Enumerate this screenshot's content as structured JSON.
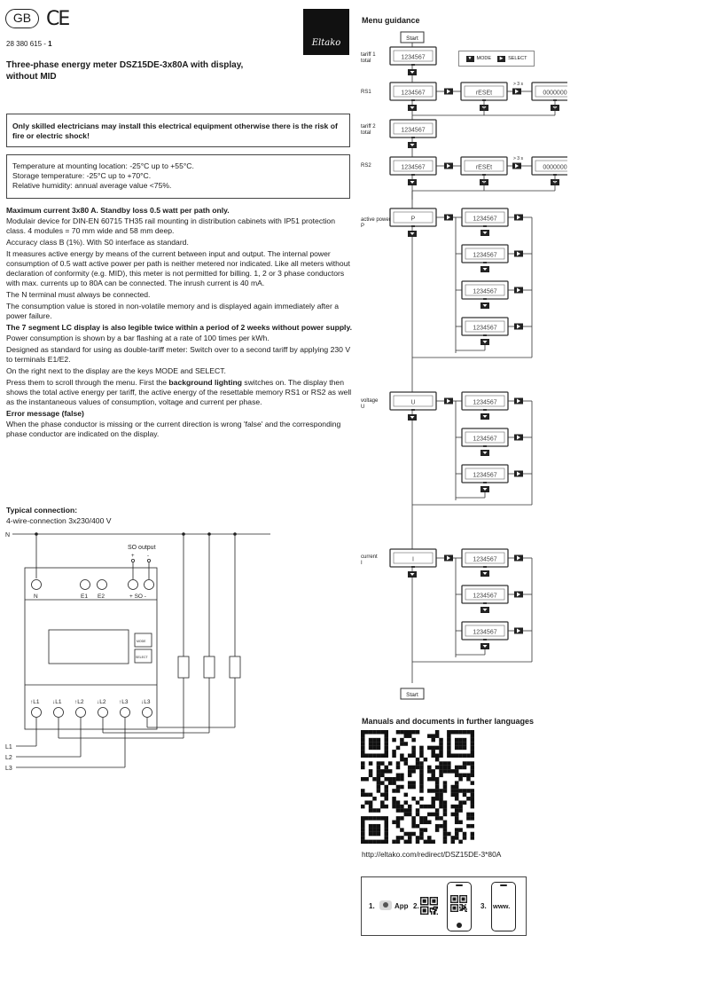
{
  "header": {
    "lang_badge": "GB",
    "ce_mark": "CE",
    "article_prefix": "28 380 615 - ",
    "article_suffix": "1",
    "brand": "Eltako",
    "title_line1": "Three-phase energy meter DSZ15DE-3x80A with display,",
    "title_line2": "without MID"
  },
  "warning": "Only skilled electricians may install this electrical equipment otherwise there is the risk of fire or electric shock!",
  "environment": [
    "Temperature at mounting location: -25°C up to +55°C.",
    "Storage temperature: -25°C up to +70°C.",
    "Relative humidity: annual average value <75%."
  ],
  "body": {
    "h1": "Maximum current 3x80 A. Standby loss 0.5 watt per path only.",
    "p1": "Modulair device for DIN-EN 60715 TH35 rail mounting in distribution cabinets with IP51 protection class. 4 modules = 70 mm wide and 58 mm deep.",
    "p2": "Accuracy class B (1%). With S0 interface as standard.",
    "p3": "It measures active energy by means of the current between input and output. The internal power consumption of 0.5 watt active power per path is neither metered nor indicated. Like all meters without declaration of conformity (e.g. MID), this meter is not permitted for billing. 1, 2 or 3 phase conductors with max. currents up to 80A can be connected. The inrush current is 40 mA.",
    "p4": "The N terminal must always be connected.",
    "p5": "The consumption value is stored in non-volatile memory and is displayed again immediately after a power failure.",
    "h2": "The 7 segment LC display is also legible twice within a period of 2 weeks without power supply.",
    "p6": "Power consumption is shown by a bar flashing at a rate of 100 times per kWh.",
    "p7": "Designed as standard for using as double-tariff meter: Switch over to a second tariff by applying 230 V to terminals E1/E2.",
    "p8": "On the right next to the display are the keys MODE and SELECT.",
    "p9_a": "Press them to scroll through the menu. First the ",
    "p9_b": "background lighting",
    "p9_c": " switches on. The display then shows the total active energy per tariff, the active energy of the resettable memory RS1 or RS2 as well as the instantaneous values of consumption, voltage and current per phase.",
    "h3": "Error message (false)",
    "p10": "When the phase conductor is missing or the current direction is wrong 'false' and the corresponding phase conductor are indicated on the display."
  },
  "connection": {
    "title": "Typical connection:",
    "subtitle": "4-wire-connection 3x230/400 V",
    "n_label": "N",
    "s0_output": "SO output",
    "s0_plus": "+",
    "s0_minus": "-",
    "term_n": "N",
    "term_e1": "E1",
    "term_e2": "E2",
    "term_s0": "+ SO -",
    "key_mode": "MODE",
    "key_select": "SELECT",
    "bottom_terms": [
      "↑L1",
      "↓L1",
      "↑L2",
      "↓L2",
      "↑L3",
      "↓L3"
    ],
    "lines": [
      "L1",
      "L2",
      "L3"
    ]
  },
  "menu": {
    "title": "Menu guidance",
    "start": "Start",
    "mode_key": "MODE",
    "select_key": "SELECT",
    "display_value": "1234567",
    "reset_text": "rESEt",
    "zeros": "0000000",
    "hold": "> 3 s",
    "p_text": "P",
    "u_text": "U",
    "i_text": "I",
    "labels": {
      "tariff1_a": "tariff 1",
      "tariff1_b": "total",
      "rs1": "RS1",
      "tariff2_a": "tariff 2",
      "tariff2_b": "total",
      "rs2": "RS2",
      "active_a": "active power",
      "active_b": "P",
      "voltage_a": "voltage",
      "voltage_b": "U",
      "current_a": "current",
      "current_b": "I"
    }
  },
  "manuals": {
    "title": "Manuals and documents in further languages",
    "url": "http://eltako.com/redirect/DSZ15DE-3*80A",
    "step1": "1.",
    "step1_label": "App",
    "step2": "2.",
    "step3": "3.",
    "step3_label": "www."
  }
}
